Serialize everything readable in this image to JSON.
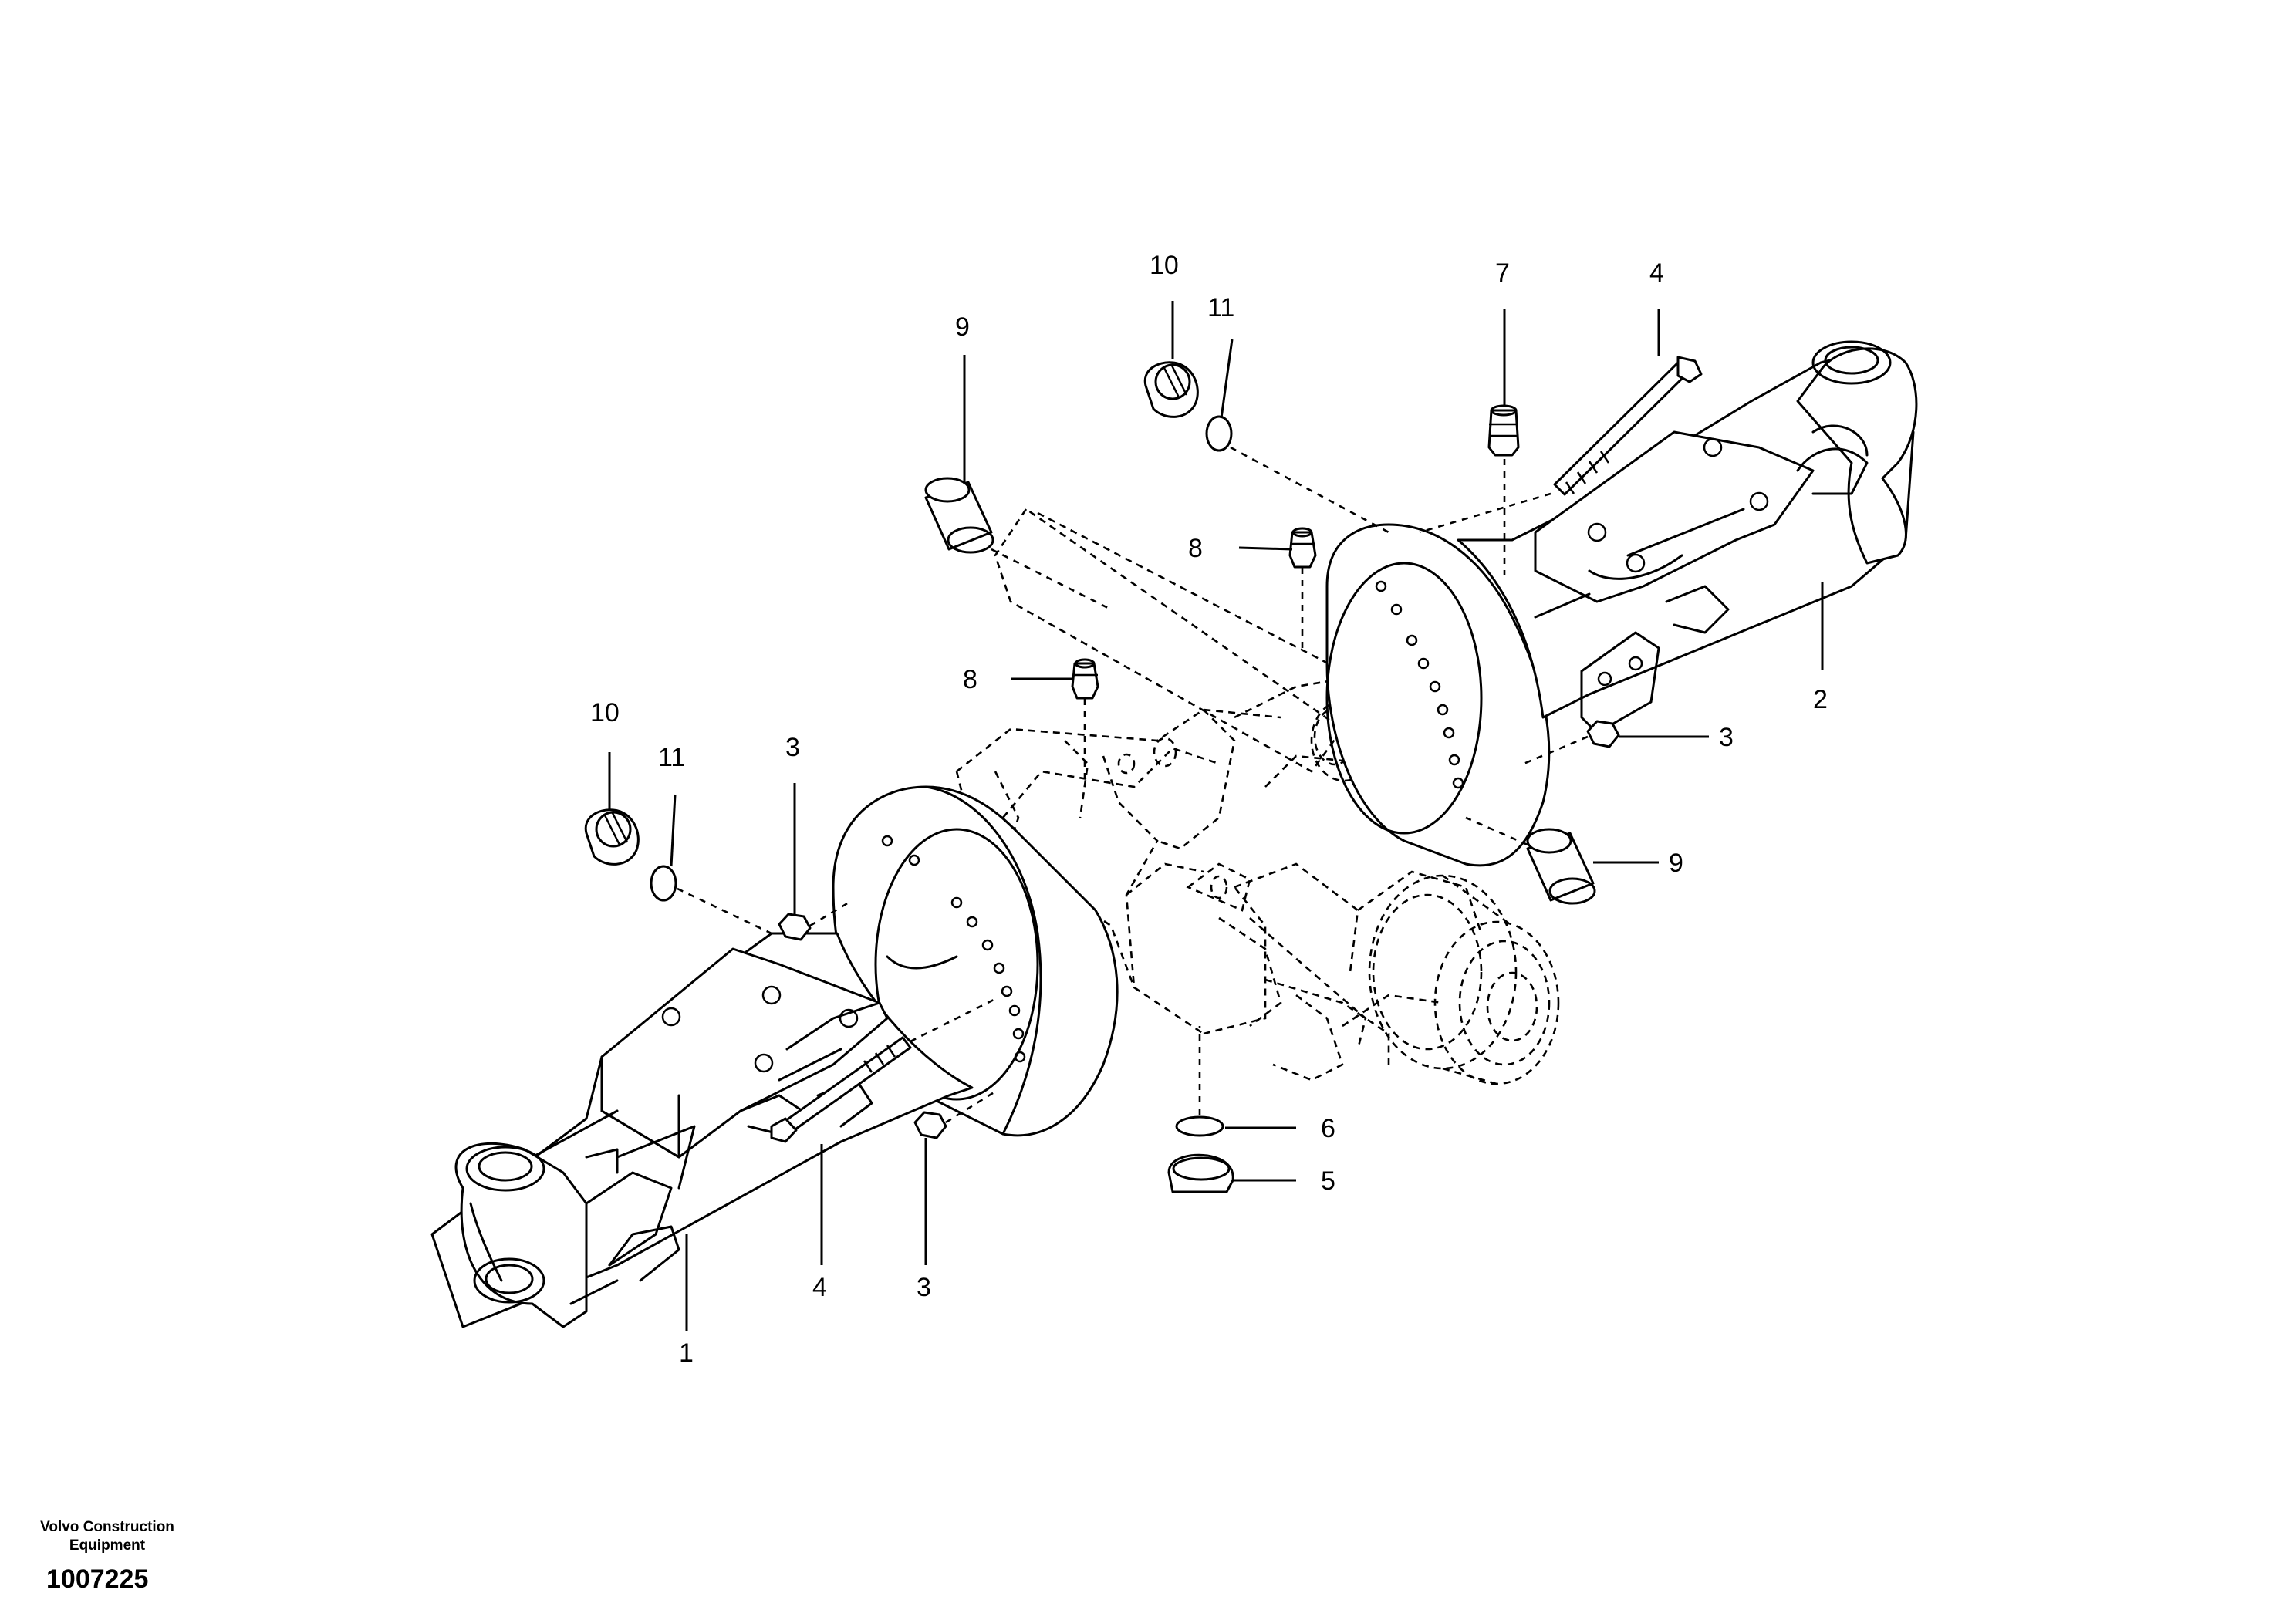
{
  "figure": {
    "title": "",
    "brand_line1": "Volvo Construction",
    "brand_line2": "Equipment",
    "figure_number": "1007225"
  },
  "callouts": {
    "c1": "1",
    "c2": "2",
    "c3a": "3",
    "c3b": "3",
    "c3c": "3",
    "c4a": "4",
    "c4b": "4",
    "c5": "5",
    "c6": "6",
    "c7": "7",
    "c8a": "8",
    "c8b": "8",
    "c9a": "9",
    "c9b": "9",
    "c10a": "10",
    "c10b": "10",
    "c11a": "11",
    "c11b": "11"
  }
}
